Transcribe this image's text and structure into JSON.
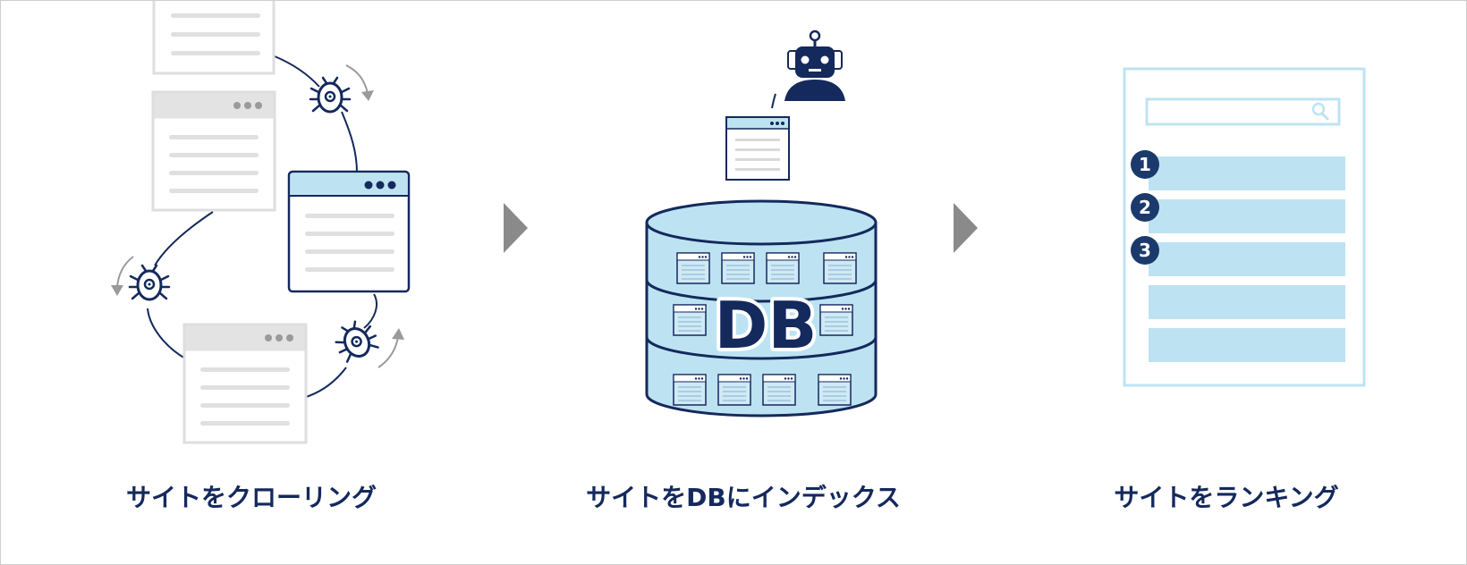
{
  "steps": [
    {
      "label": "サイトをクローリング"
    },
    {
      "label": "サイトをDBにインデックス"
    },
    {
      "label": "サイトをランキング"
    }
  ],
  "database": {
    "label": "DB"
  },
  "ranking": {
    "numbers": [
      "1",
      "2",
      "3"
    ]
  },
  "icons": {
    "crawler": "bug-gear-icon",
    "robot": "robot-icon",
    "search": "search-icon",
    "arrow": "chevron-right-icon"
  },
  "colors": {
    "navy": "#14295c",
    "light_blue": "#bde3f2",
    "page_gray": "#e3e3e3",
    "arrow_gray": "#8a8a8a"
  }
}
